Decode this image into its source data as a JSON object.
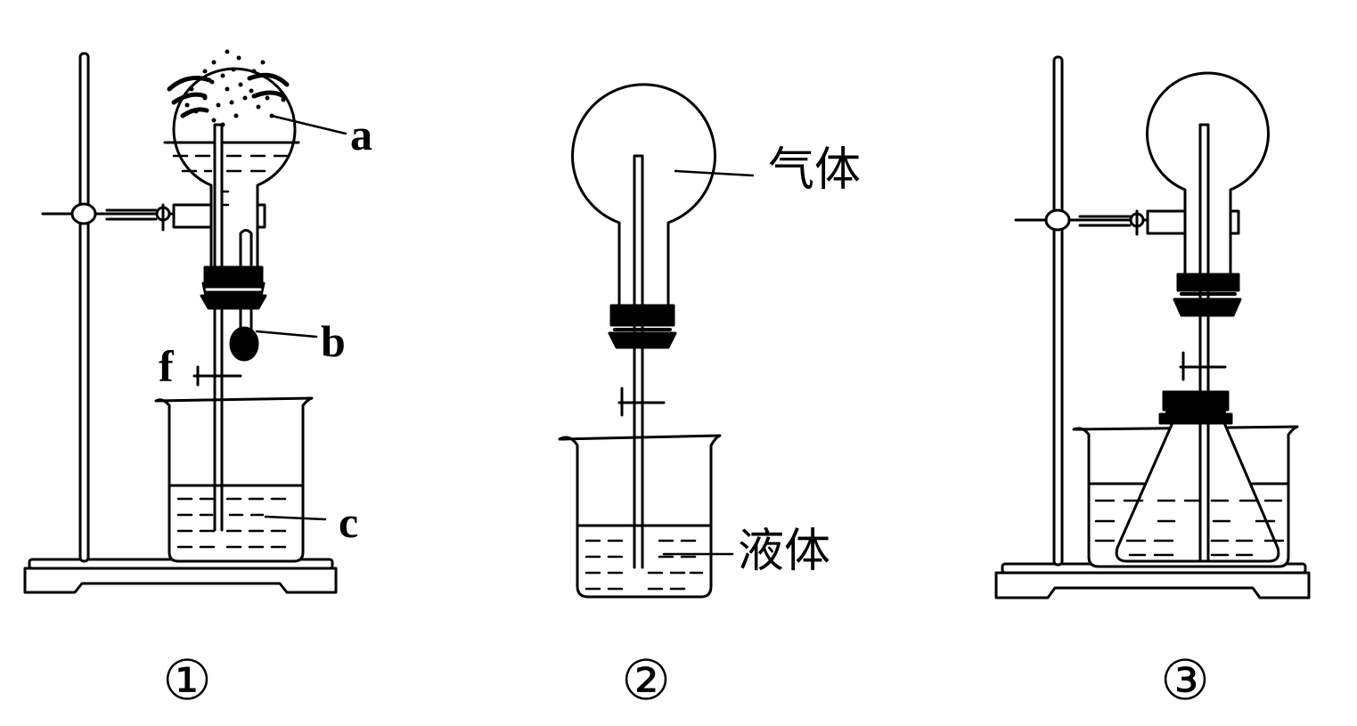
{
  "figure_1": {
    "caption": "①",
    "labels": {
      "a": "a",
      "b": "b",
      "c": "c",
      "f": "f"
    }
  },
  "figure_2": {
    "caption": "②",
    "labels": {
      "gas": "气体",
      "liquid": "液体"
    }
  },
  "figure_3": {
    "caption": "③"
  },
  "colors": {
    "ink": "#000000",
    "paper": "#ffffff"
  }
}
